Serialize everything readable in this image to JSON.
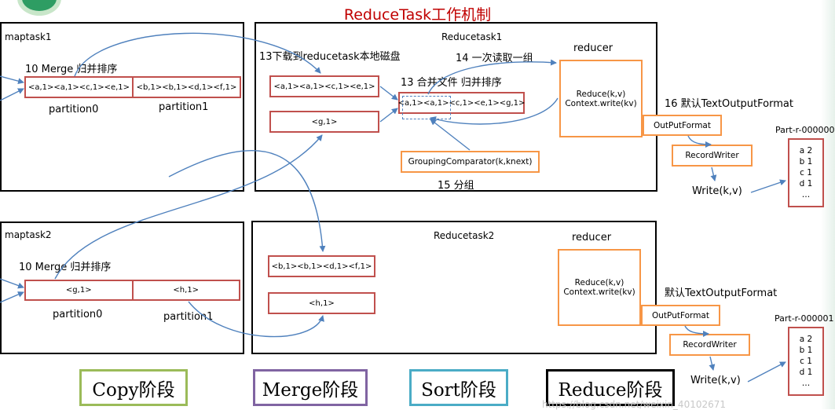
{
  "title": "ReduceTask工作机制",
  "maptask1": {
    "label": "maptask1",
    "merge_label": "10 Merge 归并排序",
    "partitions": [
      "<a,1><a,1><c,1><e,1>",
      "<b,1><b,1><d,1><f,1>"
    ],
    "partition_labels": [
      "partition0",
      "partition1"
    ]
  },
  "maptask2": {
    "label": "maptask2",
    "merge_label": "10 Merge 归并排序",
    "partitions": [
      "<g,1>",
      "<h,1>"
    ],
    "partition_labels": [
      "partition0",
      "partition1"
    ]
  },
  "reducetask1": {
    "label": "Reducetask1",
    "download_label": "13下载到reducetask本地磁盘",
    "file1": "<a,1><a,1><c,1><e,1>",
    "file2": "<g,1>",
    "merge_label": "13 合并文件 归并排序",
    "merged": "<a,1><a,1><c,1><e,1><g,1>",
    "read_label": "14 一次读取一组",
    "grouping": "GroupingComparator(k,knext)",
    "group_label": "15 分组",
    "reducer_label": "reducer",
    "reduce_call": "Reduce(k,v)",
    "context_write": "Context.write(kv)",
    "output_label": "16 默认TextOutputFormat",
    "output_format": "OutPutFormat",
    "record_writer": "RecordWriter",
    "write_label": "Write(k,v)",
    "part_file": "Part-r-000000",
    "part_lines": [
      "a 2",
      "b 1",
      "c 1",
      "d 1",
      "…"
    ]
  },
  "reducetask2": {
    "label": "Reducetask2",
    "file1": "<b,1><b,1><d,1><f,1>",
    "file2": "<h,1>",
    "reducer_label": "reducer",
    "reduce_call": "Reduce(k,v)",
    "context_write": "Context.write(kv)",
    "output_label": "默认TextOutputFormat",
    "output_format": "OutPutFormat",
    "record_writer": "RecordWriter",
    "write_label": "Write(k,v)",
    "part_file": "Part-r-000001",
    "part_lines": [
      "a 2",
      "b 1",
      "c 1",
      "d 1",
      "…"
    ]
  },
  "stages": [
    {
      "label": "Copy阶段",
      "color": "#9bbb59"
    },
    {
      "label": "Merge阶段",
      "color": "#8064a2"
    },
    {
      "label": "Sort阶段",
      "color": "#4bacc6"
    },
    {
      "label": "Reduce阶段",
      "color": "#000000"
    }
  ],
  "watermark": "https://blog.csdn.net/weixin_40102671"
}
